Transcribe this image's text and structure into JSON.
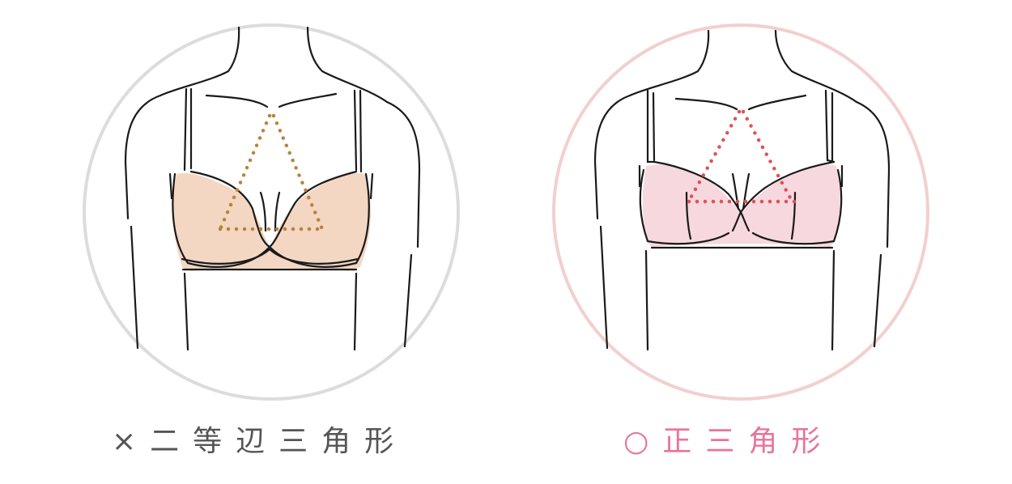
{
  "colors": {
    "left_circle": "#dcdcdc",
    "right_circle": "#f3cfcf",
    "left_dots": "#b8833a",
    "right_dots": "#e05058",
    "left_bra_fill": "#f2d3bd",
    "right_bra_fill": "#f6d6dc",
    "line": "#1a1a1a",
    "bad_caption": "#555555",
    "good_caption": "#e8749a"
  },
  "left": {
    "mark": "×",
    "label": "二等辺三角形",
    "shape": "isosceles-triangle"
  },
  "right": {
    "mark": "○",
    "label": "正三角形",
    "shape": "equilateral-triangle"
  }
}
